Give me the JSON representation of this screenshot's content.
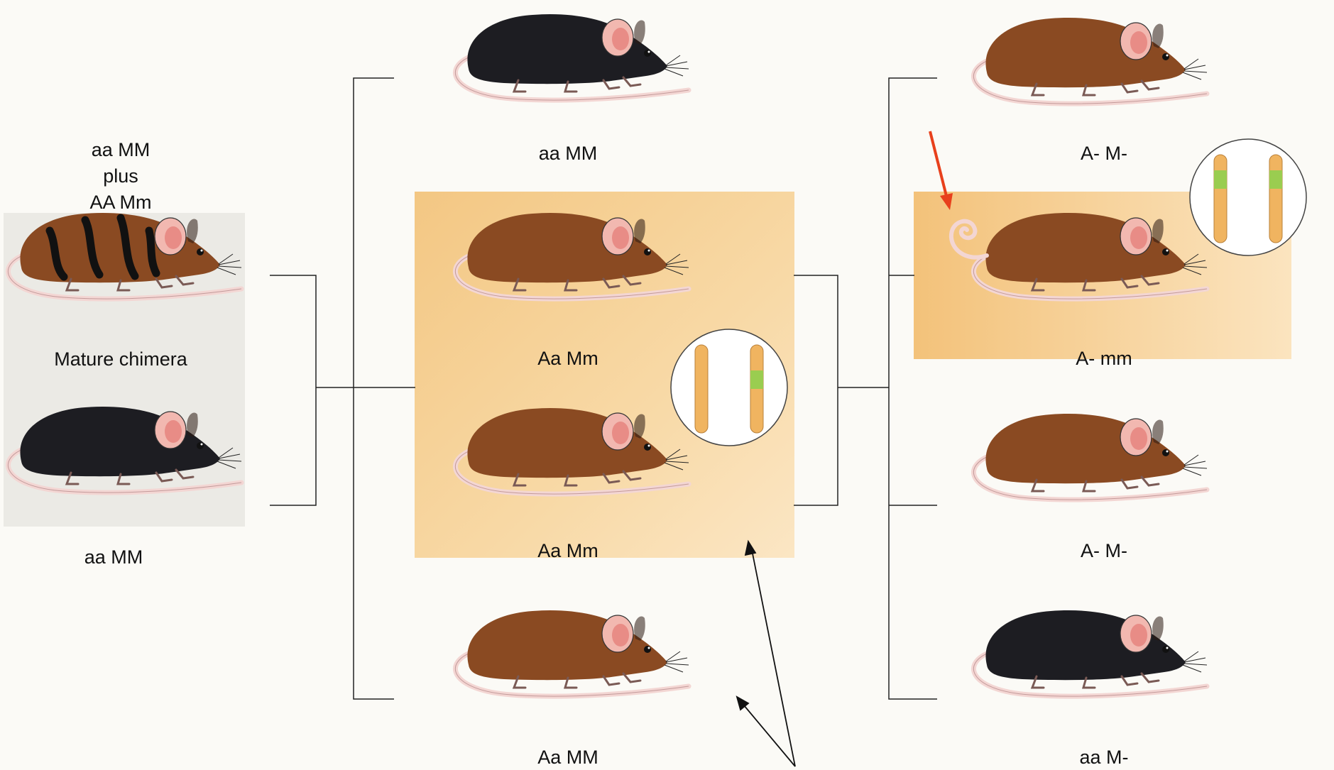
{
  "parents": {
    "chimera_genotype_line1": "aa MM",
    "chimera_genotype_line2": "plus",
    "chimera_genotype_line3": "AA Mm",
    "chimera_label": "Mature chimera",
    "black_parent_label": "aa MM"
  },
  "f1": {
    "top_label": "aa MM",
    "middle1_label": "Aa Mm",
    "middle2_label": "Aa Mm",
    "bottom_label": "Aa MM"
  },
  "f2": {
    "top_label": "A- M-",
    "highlight_label": "A- mm",
    "middle_label": "A- M-",
    "bottom_label": "aa M-"
  },
  "colors": {
    "agouti_brown": "#8a4a22",
    "black_coat": "#1d1d22",
    "highlight_bg": "#f6cf91",
    "tail_pink": "#f3d6d3",
    "chromosome": "#f0b460",
    "insert_green": "#9acd50",
    "red_arrow": "#e8401c"
  }
}
